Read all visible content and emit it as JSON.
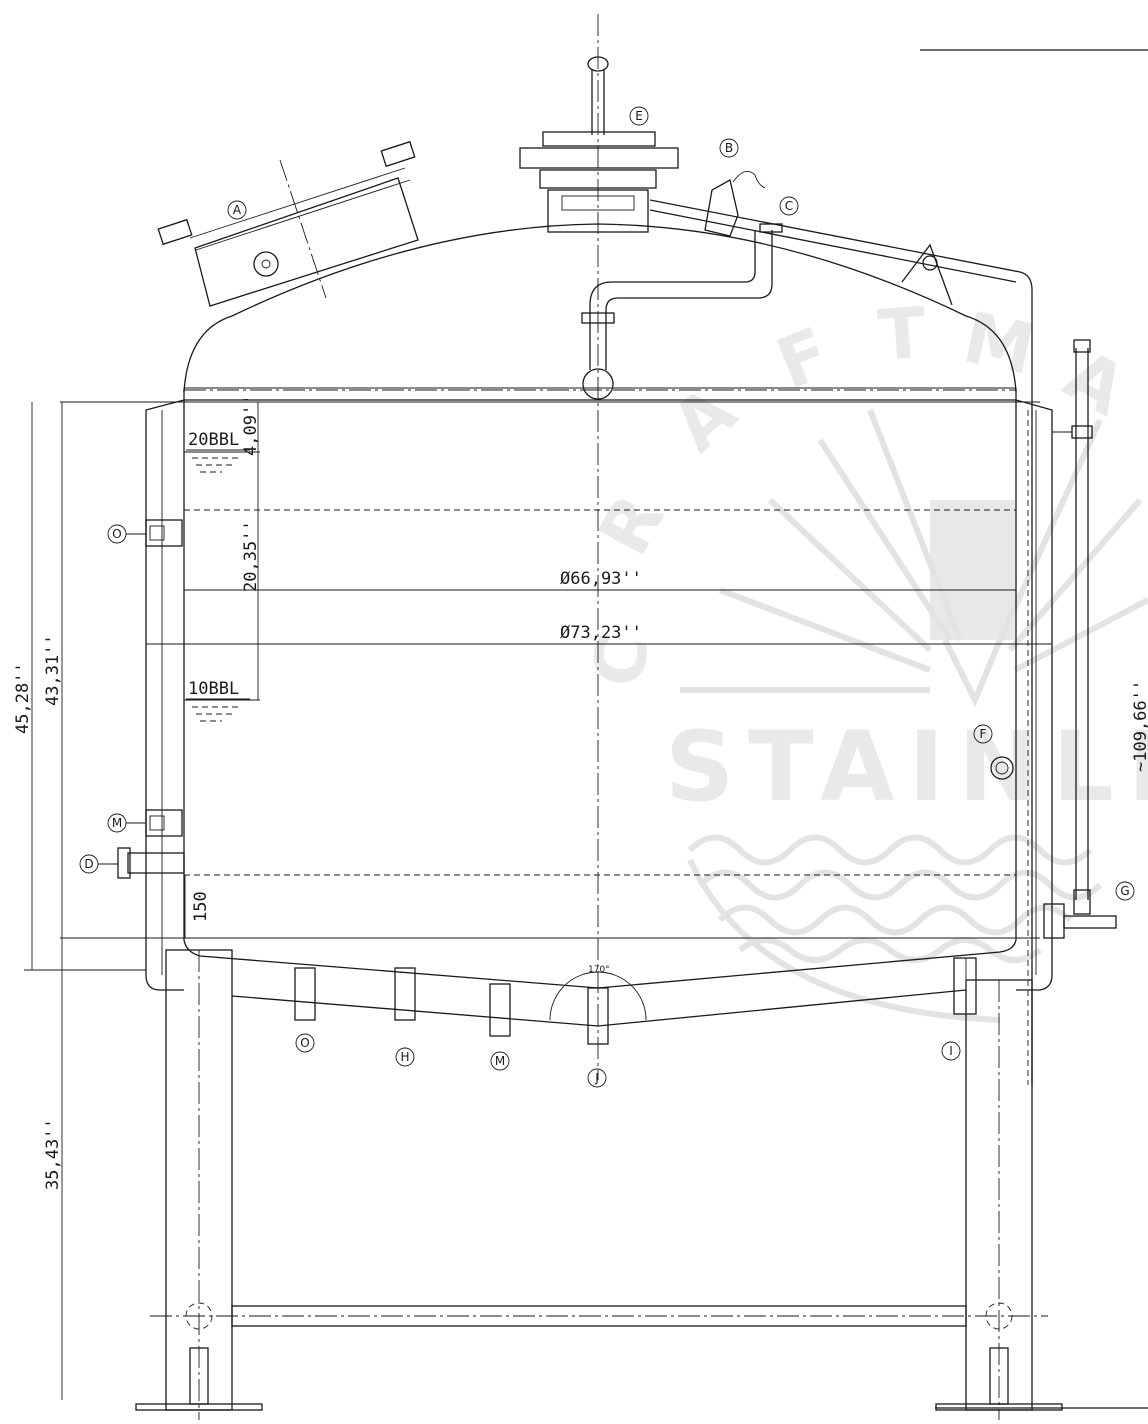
{
  "watermark": {
    "arc_letters": [
      "C",
      "R",
      "A",
      "F",
      "T",
      "M",
      "A"
    ],
    "word": "STAINLE"
  },
  "levels": {
    "upper": "20BBL",
    "lower": "10BBL"
  },
  "dimensions": {
    "overall_height_left": "45,28''",
    "shell_height": "43,31''",
    "legs_height": "35,43''",
    "overall_height_right": "~109,66''",
    "top_level_gap": "4,09''",
    "level_gap": "20,35''",
    "inner_diameter": "Ø66,93''",
    "outer_diameter": "Ø73,23''",
    "bottom_gap": "150",
    "cone_angle": "170°"
  },
  "callouts": {
    "A": "A",
    "B": "B",
    "C": "C",
    "D": "D",
    "E": "E",
    "F": "F",
    "G": "G",
    "H": "H",
    "I": "I",
    "J": "J",
    "M_side": "M",
    "M_bottom": "M",
    "O_side": "O",
    "O_bottom": "O"
  }
}
